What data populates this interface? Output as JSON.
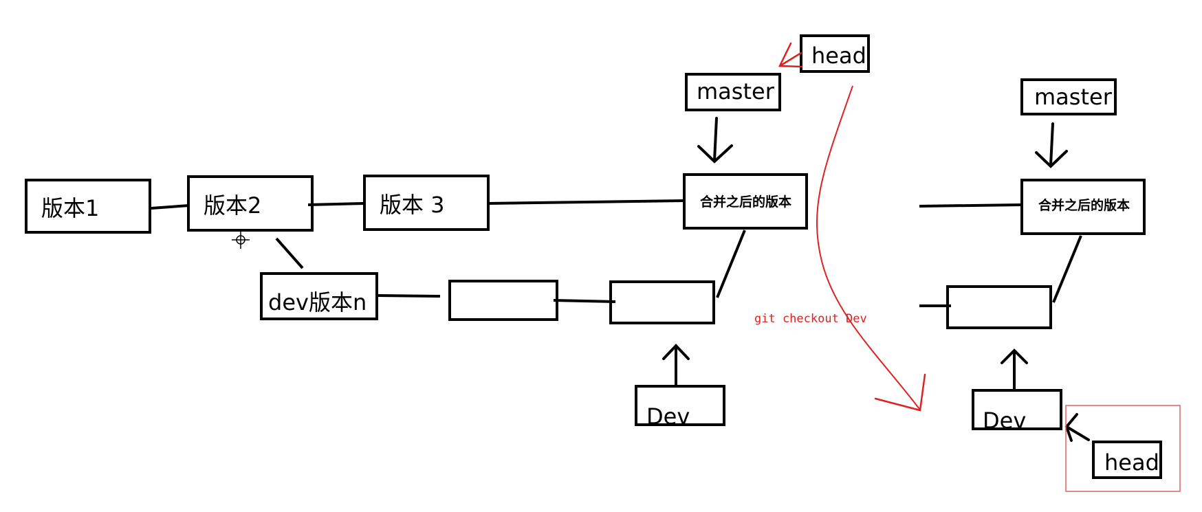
{
  "nodes": {
    "v1": "版本1",
    "v2": "版本2",
    "v3": "版本 3",
    "merged_left": "合并之后的版本",
    "dev_n": "dev版本n",
    "merged_right": "合并之后的版本"
  },
  "pointers": {
    "master_left": "master",
    "head_left": "head",
    "dev_left": "Dev",
    "master_right": "master",
    "dev_right": "Dev",
    "head_right": "head"
  },
  "annotation": {
    "command": "git checkout Dev"
  },
  "colors": {
    "ink": "#000000",
    "accent": "#e02020",
    "highlight_box": "#e06060"
  }
}
